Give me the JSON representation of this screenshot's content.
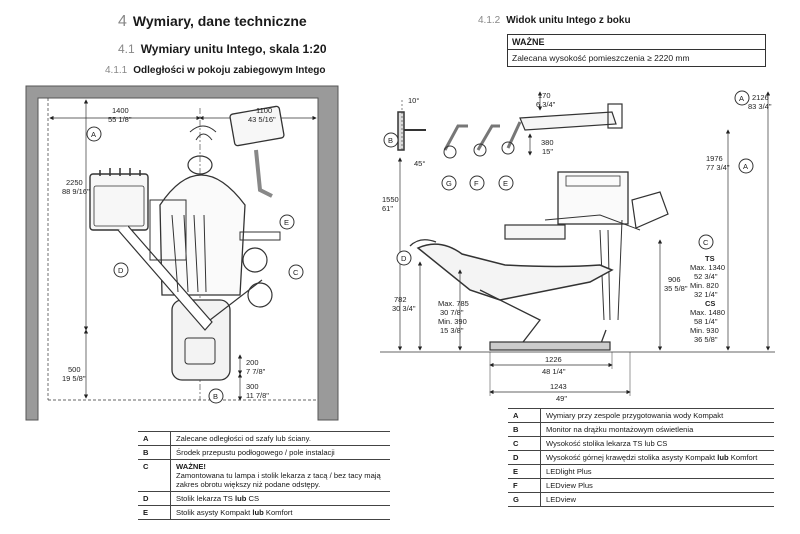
{
  "section": {
    "num": "4",
    "title": "Wymiary, dane techniczne"
  },
  "subsection": {
    "num": "4.1",
    "title": "Wymiary unitu Intego, skala 1:20"
  },
  "sub11": {
    "num": "4.1.1",
    "title": "Odległości w pokoju zabiegowym Intego"
  },
  "sub12": {
    "num": "4.1.2",
    "title": "Widok unitu Intego z boku"
  },
  "warning": {
    "title": "WAŻNE",
    "text": "Zalecana wysokość pomieszczenia ≥ 2220 mm"
  },
  "left_dims": {
    "d1400": "1400",
    "d1400in": "55 1/8\"",
    "d1100": "1100",
    "d1100in": "43 5/16\"",
    "d2250": "2250",
    "d2250in": "88 9/16\"",
    "d500": "500",
    "d500in": "19 5/8\"",
    "d200": "200",
    "d200in": "7 7/8\"",
    "d300": "300",
    "d300in": "11 7/8\""
  },
  "right_dims": {
    "d10": "10°",
    "d45": "45°",
    "d170": "170",
    "d170in": "6 3/4\"",
    "d380": "380",
    "d380in": "15\"",
    "d2126": "2126",
    "d2126in": "83 3/4\"",
    "d1976": "1976",
    "d1976in": "77 3/4\"",
    "d1550": "1550",
    "d1550in": "61\"",
    "d782": "782",
    "d782in": "30 3/4\"",
    "d906": "906",
    "d906in": "35 5/8\"",
    "d1226": "1226",
    "d1226in": "48 1/4\"",
    "d1243": "1243",
    "d1243in": "49\"",
    "chair_l1": "Max. 785",
    "chair_l2": "30 7/8\"",
    "chair_l3": "Min. 390",
    "chair_l4": "15 3/8\"",
    "ts_title": "TS",
    "ts1": "Max. 1340",
    "ts2": "52 3/4\"",
    "ts3": "Min. 820",
    "ts4": "32 1/4\"",
    "cs_title": "CS",
    "cs1": "Max. 1480",
    "cs2": "58 1/4\"",
    "cs3": "Min. 930",
    "cs4": "36 5/8\""
  },
  "letters": {
    "A": "A",
    "B": "B",
    "C": "C",
    "D": "D",
    "E": "E",
    "F": "F",
    "G": "G"
  },
  "legend_left": [
    {
      "key": "A",
      "text": "Zalecane odległości od szafy lub ściany."
    },
    {
      "key": "B",
      "text": "Środek przepustu podłogowego / pole instalacji"
    },
    {
      "key": "C",
      "title": "WAŻNE!",
      "text": "Zamontowana tu lampa i stolik lekarza z tacą / bez tacy mają zakres obrotu większy niż podane odstępy."
    },
    {
      "key": "D",
      "pre": "Stolik lekarza TS ",
      "bold": "lub",
      "post": " CS"
    },
    {
      "key": "E",
      "pre": "Stolik asysty Kompakt ",
      "bold": "lub",
      "post": " Komfort"
    }
  ],
  "legend_right": [
    {
      "key": "A",
      "text": "Wymiary przy zespole przygotowania wody Kompakt"
    },
    {
      "key": "B",
      "text": "Monitor na drążku montażowym oświetlenia"
    },
    {
      "key": "C",
      "text": "Wysokość stolika lekarza TS lub CS"
    },
    {
      "key": "D",
      "pre": "Wysokość górnej krawędzi stolika asysty Kompakt ",
      "bold": "lub",
      "post": " Komfort"
    },
    {
      "key": "E",
      "text": "LEDlight Plus"
    },
    {
      "key": "F",
      "text": "LEDview Plus"
    },
    {
      "key": "G",
      "text": "LEDview"
    }
  ]
}
